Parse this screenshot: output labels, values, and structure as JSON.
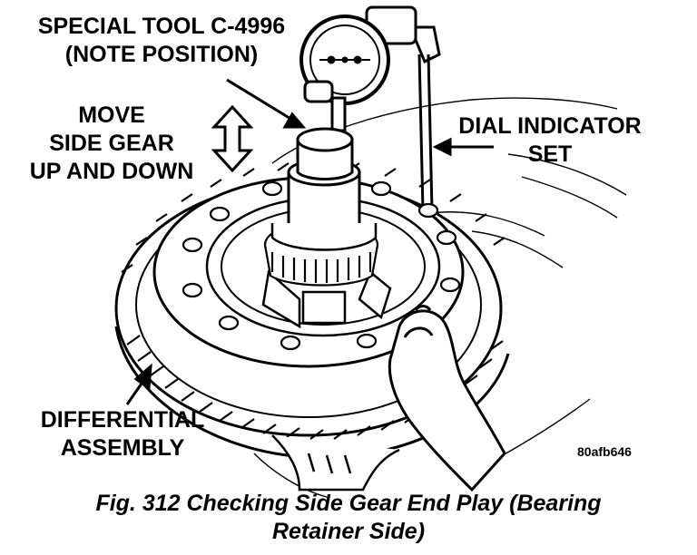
{
  "labels": {
    "special_tool": [
      "SPECIAL TOOL C-4996",
      "(NOTE POSITION)"
    ],
    "move_side_gear": [
      "MOVE",
      "SIDE GEAR",
      "UP AND DOWN"
    ],
    "dial_indicator": [
      "DIAL INDICATOR",
      "SET"
    ],
    "differential_assembly": [
      "DIFFERENTIAL",
      "ASSEMBLY"
    ]
  },
  "figure_code": "80afb646",
  "caption": [
    "Fig. 312 Checking Side Gear End Play (Bearing",
    "Retainer Side)"
  ]
}
